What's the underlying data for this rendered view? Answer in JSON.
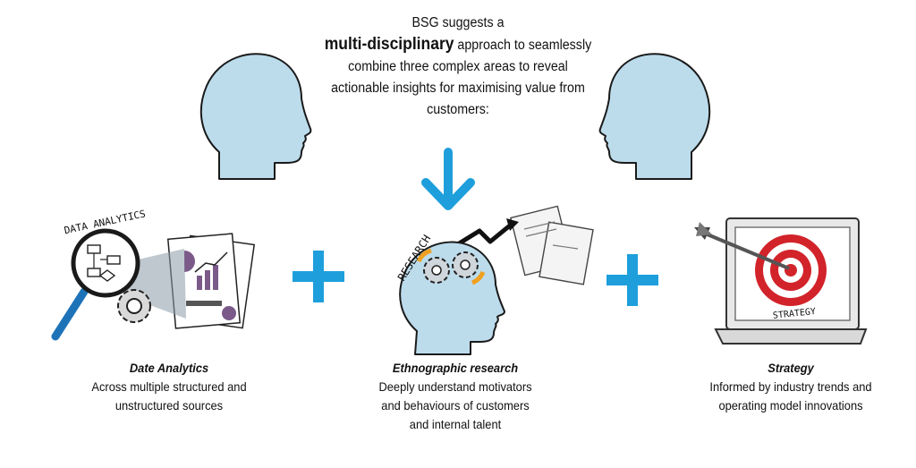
{
  "intro": {
    "line1": "BSG suggests a",
    "emphasis": "multi-disciplinary",
    "line2_rest": " approach to seamlessly",
    "line3": "combine three complex areas to reveal",
    "line4": "actionable insights for maximising value from",
    "line5": "customers:"
  },
  "illustrations": {
    "data_analytics_label": "DATA ANALYTICS",
    "research_label": "RESEARCH",
    "strategy_label": "STRATEGY"
  },
  "pillars": [
    {
      "title": "Date Analytics",
      "lines": [
        "Across multiple structured and",
        "unstructured sources"
      ]
    },
    {
      "title": "Ethnographic research",
      "lines": [
        "Deeply understand motivators",
        "and behaviours of customers",
        "and internal talent"
      ]
    },
    {
      "title": "Strategy",
      "lines": [
        "Informed by industry trends and",
        "operating model innovations"
      ]
    }
  ],
  "colors": {
    "head_fill": "#bcdcec",
    "accent_blue": "#1e9fdc",
    "target_red": "#d2232a",
    "outline": "#1a1a1a"
  }
}
